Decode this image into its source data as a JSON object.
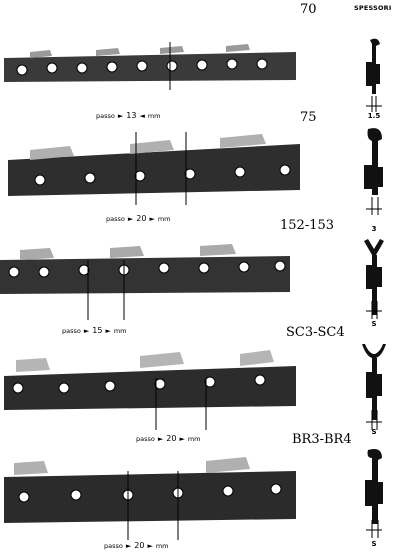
{
  "header": {
    "title": "SPESSORI"
  },
  "rows": [
    {
      "model": "70",
      "pitch_word": "passo",
      "pitch_value": "13",
      "unit": "mm",
      "gauge": "1.5"
    },
    {
      "model": "75",
      "pitch_word": "passo",
      "pitch_value": "20",
      "unit": "mm",
      "gauge": "3"
    },
    {
      "model": "152-153",
      "pitch_word": "passo",
      "pitch_value": "15",
      "unit": "mm",
      "gauge": "S"
    },
    {
      "model": "SC3-SC4",
      "pitch_word": "passo",
      "pitch_value": "20",
      "unit": "mm",
      "gauge": "S"
    },
    {
      "model": "BR3-BR4",
      "pitch_word": "passo",
      "pitch_value": "20",
      "unit": "mm",
      "gauge": "S"
    }
  ],
  "icons": {
    "chain": "saw-chain-image",
    "profile": "chain-profile-diagram"
  }
}
